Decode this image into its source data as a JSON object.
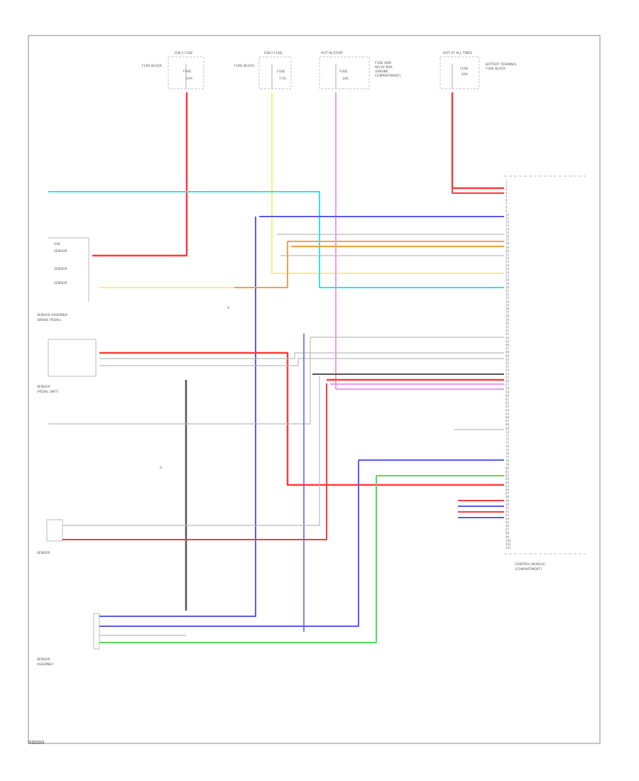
{
  "footer_code": "00000",
  "pin_numbers": [
    "1",
    "2",
    "3",
    "4",
    "5",
    "6",
    "7",
    "8",
    "9",
    "10",
    "11",
    "12",
    "13",
    "14",
    "15",
    "16",
    "17",
    "18",
    "19",
    "20",
    "21",
    "22",
    "23",
    "24",
    "25",
    "26",
    "27",
    "28",
    "29",
    "30",
    "31",
    "32",
    "33",
    "34",
    "35",
    "36",
    "37",
    "38",
    "39",
    "40",
    "41",
    "42",
    "43",
    "44",
    "45",
    "46",
    "47",
    "48",
    "49",
    "50",
    "51",
    "52",
    "53",
    "54",
    "55",
    "56",
    "57",
    "58",
    "59",
    "60",
    "61",
    "62",
    "63",
    "64",
    "65",
    "66",
    "67",
    "68",
    "69",
    "70",
    "71",
    "72",
    "73",
    "74",
    "75",
    "76",
    "77",
    "78",
    "79",
    "80",
    "81",
    "82",
    "83",
    "84",
    "85",
    "86",
    "87",
    "88",
    "89",
    "90",
    "91",
    "92",
    "93",
    "94",
    "95",
    "96",
    "97",
    "98",
    "99",
    "100",
    "101",
    "102"
  ],
  "wire_colors": {
    "red": "#ff3b3b",
    "yellow": "#f5f27a",
    "pink": "#f09af0",
    "cyan": "#38e0e8",
    "blue": "#5a5af0",
    "green": "#5ad95a",
    "orange": "#f7a040",
    "black": "#555555",
    "gray": "#bbbbbb"
  }
}
